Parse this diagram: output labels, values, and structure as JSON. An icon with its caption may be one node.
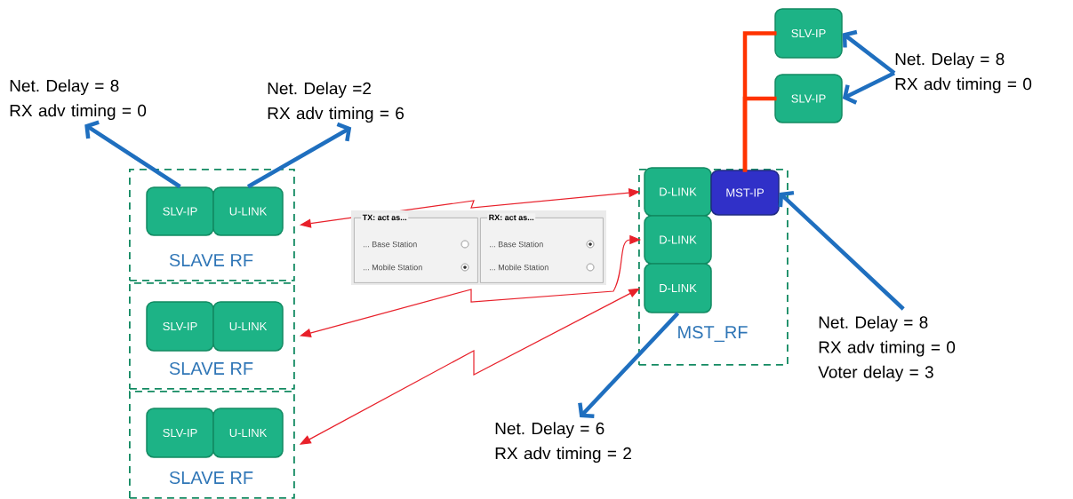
{
  "diagram": {
    "nodes": [
      {
        "text": [
          "SLAVE RF"
        ]
      },
      {
        "text": [
          "SLV-IP"
        ],
        "in": 0
      },
      {
        "text": [
          "U-LINK"
        ],
        "in": 0
      },
      {
        "text": [
          "SLAVE RF"
        ]
      },
      {
        "text": [
          "SLV-IP"
        ],
        "in": 3
      },
      {
        "text": [
          "U-LINK"
        ],
        "in": 3
      },
      {
        "text": [
          "SLAVE RF"
        ]
      },
      {
        "text": [
          "SLV-IP"
        ],
        "in": 6
      },
      {
        "text": [
          "U-LINK"
        ],
        "in": 6
      },
      {
        "text": [
          "MST_RF"
        ]
      },
      {
        "text": [
          "D-LINK"
        ],
        "in": 9
      },
      {
        "text": [
          "MST-IP"
        ],
        "in": 9
      },
      {
        "text": [
          "D-LINK"
        ],
        "in": 9
      },
      {
        "text": [
          "D-LINK"
        ],
        "in": 9
      },
      {
        "text": [
          "SLV-IP"
        ]
      },
      {
        "text": [
          "SLV-IP"
        ]
      },
      {
        "text": [
          "Net. Delay = 8",
          "RX adv timing = 0"
        ]
      },
      {
        "text": [
          "Net. Delay =2",
          "RX adv timing = 6"
        ]
      },
      {
        "text": [
          "Net. Delay = 8",
          "RX adv timing = 0"
        ]
      },
      {
        "text": [
          "Net. Delay = 8",
          "RX adv timing = 0",
          "Voter delay = 3"
        ]
      },
      {
        "text": [
          "Net. Delay = 6",
          "RX adv timing = 2"
        ]
      },
      {
        "text": [
          "TX: act as...",
          "... Base Station",
          "... Mobile Station"
        ]
      },
      {
        "text": [
          "RX: act as...",
          "... Base Station",
          "... Mobile Station"
        ]
      }
    ],
    "edges": [
      {
        "from": 1,
        "to": 16,
        "arrow": "to",
        "color": "#1f6fbf"
      },
      {
        "from": 2,
        "to": 17,
        "arrow": "to",
        "color": "#1f6fbf"
      },
      {
        "from": 18,
        "to": 14,
        "arrow": "to",
        "color": "#1f6fbf"
      },
      {
        "from": 18,
        "to": 15,
        "arrow": "to",
        "color": "#1f6fbf"
      },
      {
        "from": 19,
        "to": 11,
        "arrow": "to",
        "color": "#1f6fbf"
      },
      {
        "from": 13,
        "to": 20,
        "arrow": "to",
        "color": "#1f6fbf"
      },
      {
        "from": 11,
        "to": 14,
        "arrow": "none",
        "color": "#ff3300"
      },
      {
        "from": 11,
        "to": 15,
        "arrow": "none",
        "color": "#ff3300"
      },
      {
        "from": 0,
        "to": 10,
        "arrow": "both",
        "color": "#e8202a"
      },
      {
        "from": 3,
        "to": 12,
        "arrow": "both",
        "color": "#e8202a"
      },
      {
        "from": 6,
        "to": 13,
        "arrow": "both",
        "color": "#e8202a"
      }
    ]
  }
}
